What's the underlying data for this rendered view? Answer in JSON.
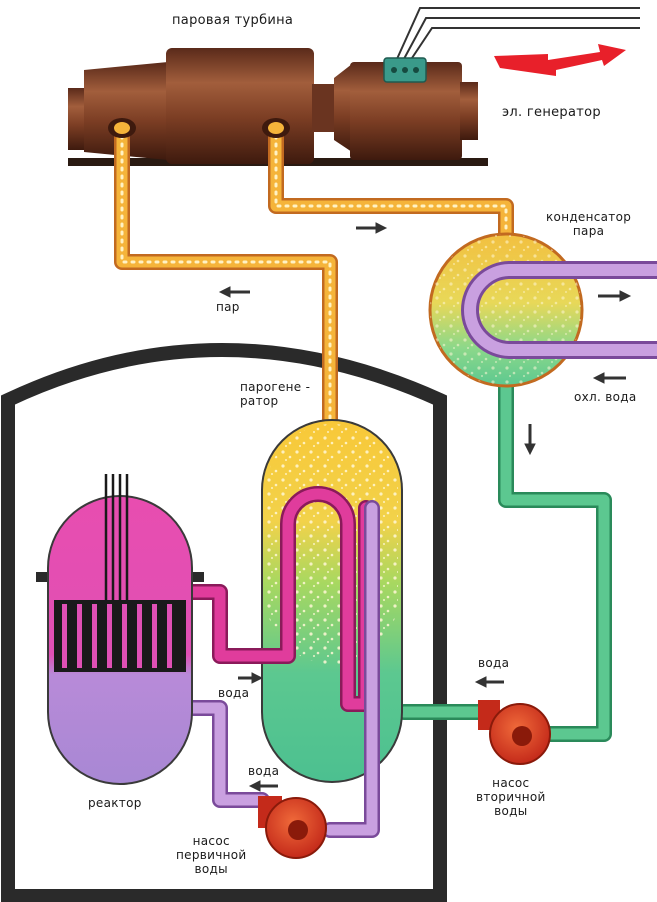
{
  "labels": {
    "turbine": "паровая турбина",
    "generator": "эл. генератор",
    "condenser_1": "конденсатор",
    "condenser_2": "пара",
    "steam": "пар",
    "steam_gen_1": "парогене -",
    "steam_gen_2": "ратор",
    "cooling_water": "охл. вода",
    "water_secondary": "вода",
    "water_reactor": "вода",
    "water_primary": "вода",
    "reactor": "реактор",
    "pump_secondary_1": "насос",
    "pump_secondary_2": "вторичной",
    "pump_secondary_3": "воды",
    "pump_primary_1": "насос",
    "pump_primary_2": "первичной",
    "pump_primary_3": "воды"
  },
  "colors": {
    "steam": "#f5b43a",
    "primary_loop": "#e03c9c",
    "secondary_water": "#5cc890",
    "cooling_water": "#c9a0e0",
    "reactor_top": "#e84db0",
    "reactor_bottom": "#b58ad8",
    "pump": "#e24a2a",
    "machine": "#8a4a2e",
    "lightning": "#e8202a",
    "containment": "#2a2a2a"
  }
}
